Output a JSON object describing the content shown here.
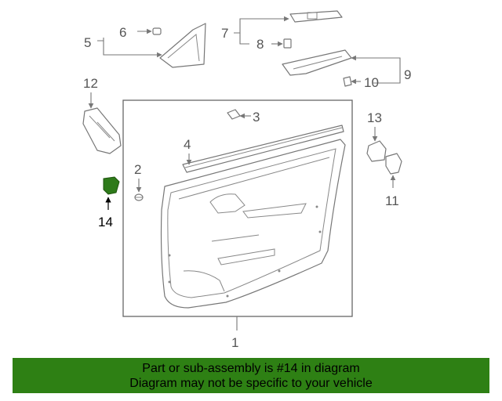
{
  "callouts": {
    "c1": "1",
    "c2": "2",
    "c3": "3",
    "c4": "4",
    "c5": "5",
    "c6": "6",
    "c7": "7",
    "c8": "8",
    "c9": "9",
    "c10": "10",
    "c11": "11",
    "c12": "12",
    "c13": "13",
    "c14": "14"
  },
  "highlight": {
    "part": "14",
    "color": "#2e7a1a"
  },
  "footer": {
    "line1": "Part or sub-assembly is #14 in diagram",
    "line2": "Diagram may not be specific to your vehicle",
    "background": "#2e8014"
  }
}
